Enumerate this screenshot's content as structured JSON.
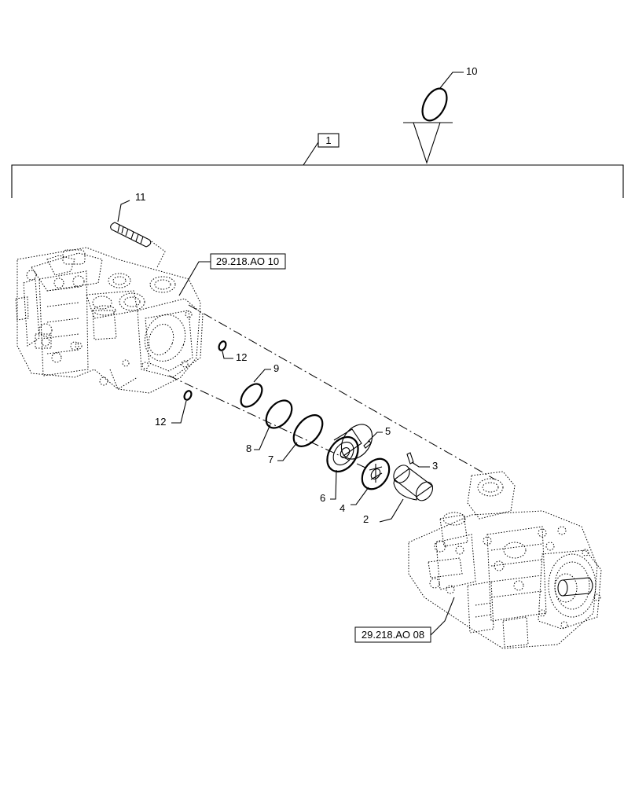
{
  "callouts": {
    "c1": "1",
    "c2": "2",
    "c3": "3",
    "c4": "4",
    "c5": "5",
    "c6": "6",
    "c7": "7",
    "c8": "8",
    "c9": "9",
    "c10": "10",
    "c11": "11",
    "c12a": "12",
    "c12b": "12"
  },
  "references": {
    "ref_top": "29.218.AO 10",
    "ref_bottom": "29.218.AO 08"
  }
}
